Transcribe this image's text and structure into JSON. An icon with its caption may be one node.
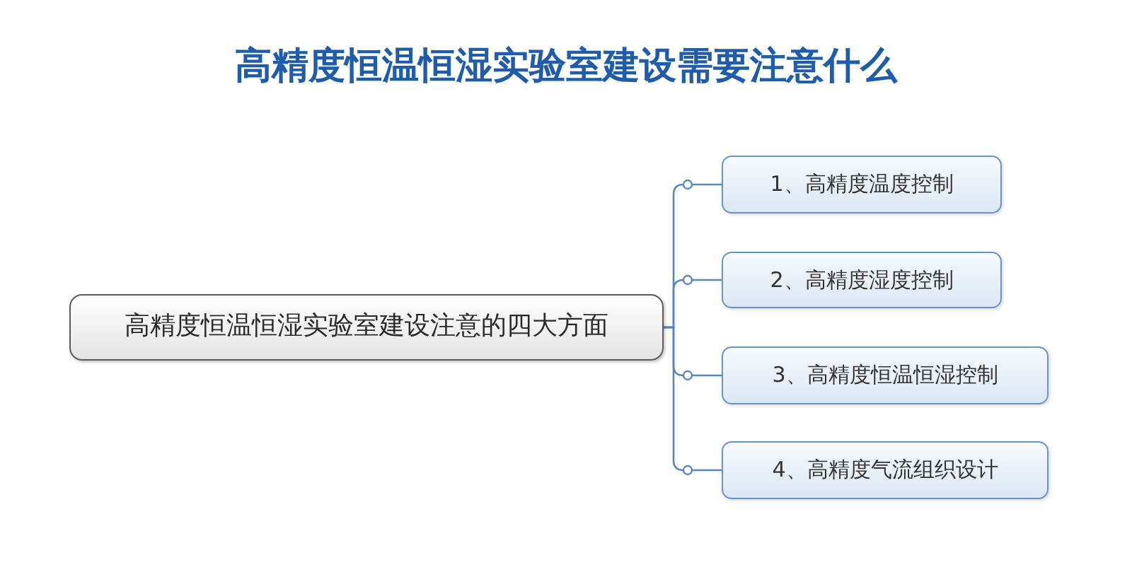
{
  "diagram": {
    "title": "高精度恒温恒湿实验室建设需要注意什么",
    "nodes": [
      {
        "text": [
          "高精度恒温恒湿实验室建设注意的四大方面"
        ]
      },
      {
        "text": [
          "1、高精度温度控制"
        ]
      },
      {
        "text": [
          "2、高精度湿度控制"
        ]
      },
      {
        "text": [
          "3、高精度恒温恒湿控制"
        ]
      },
      {
        "text": [
          "4、高精度气流组织设计"
        ]
      }
    ],
    "edges": [
      {
        "from": 0,
        "to": 1,
        "arrow": "other"
      },
      {
        "from": 0,
        "to": 2,
        "arrow": "other"
      },
      {
        "from": 0,
        "to": 3,
        "arrow": "other"
      },
      {
        "from": 0,
        "to": 4,
        "arrow": "other"
      }
    ]
  }
}
